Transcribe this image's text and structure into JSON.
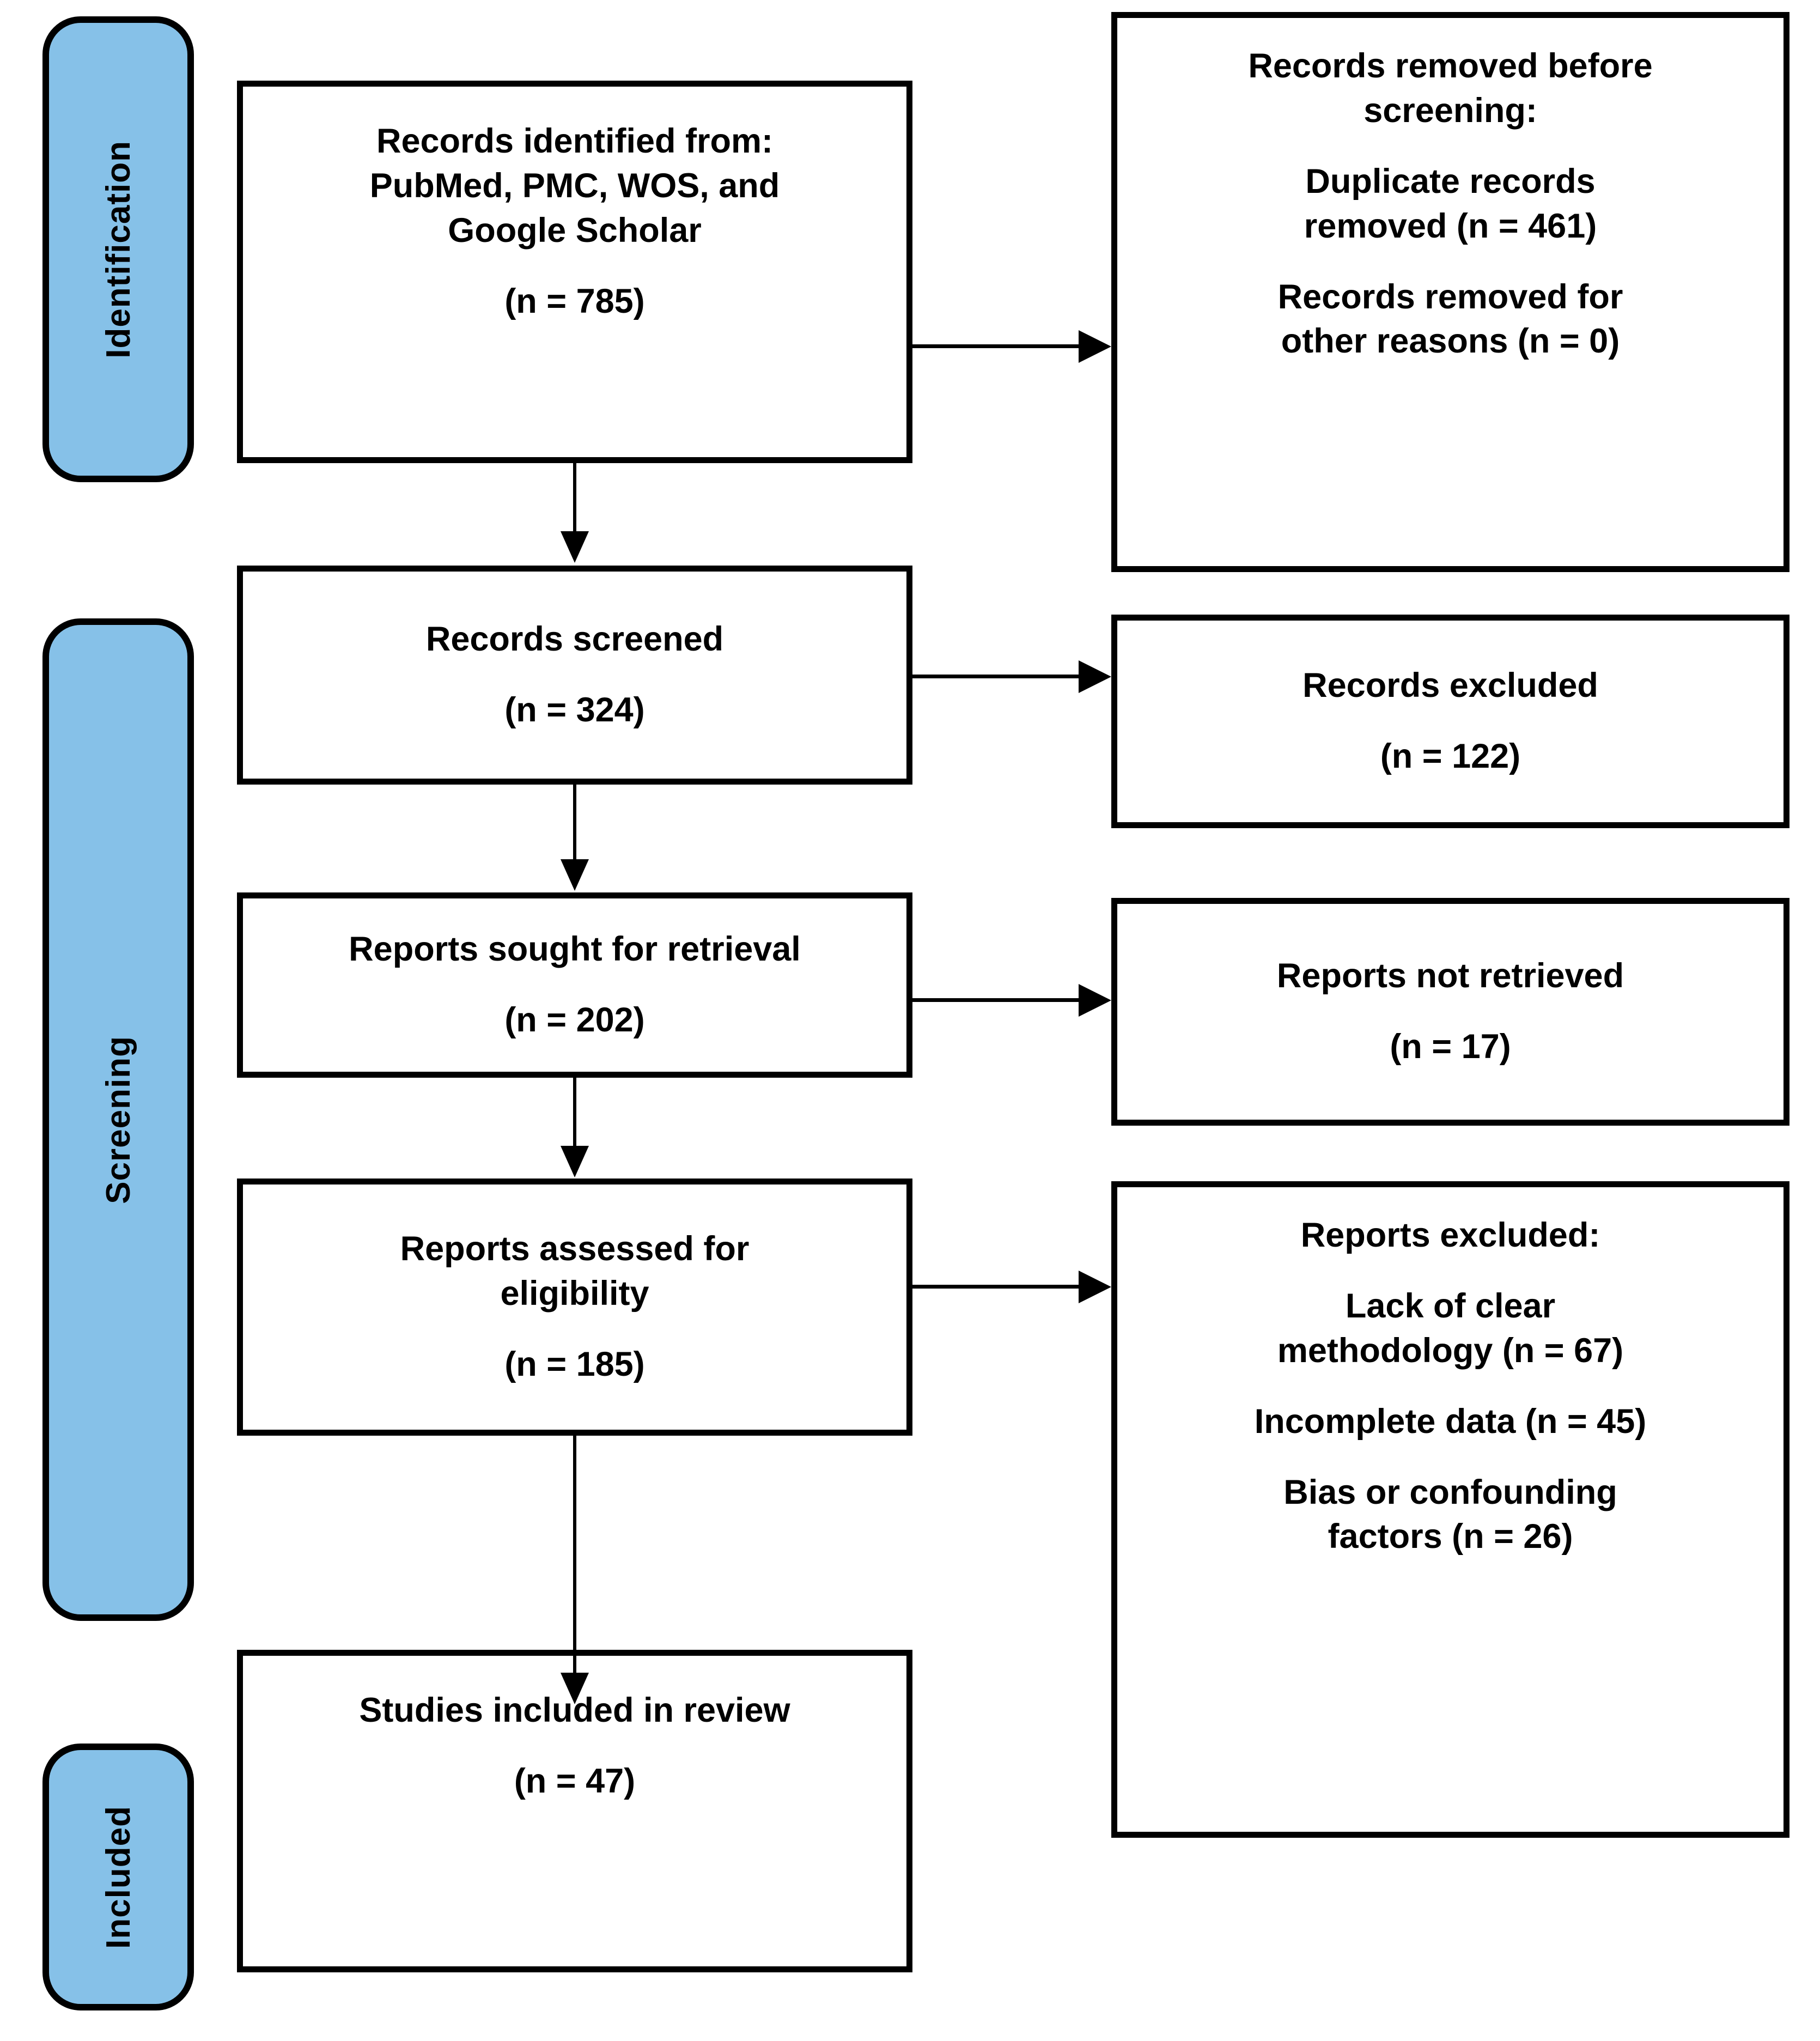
{
  "diagram": {
    "title": "PRISMA flow diagram",
    "accent_color": "#86c1e8",
    "border_color": "#000000",
    "background_color": "#ffffff"
  },
  "phases": [
    {
      "id": "identification",
      "label": "Identification"
    },
    {
      "id": "screening",
      "label": "Screening"
    },
    {
      "id": "included",
      "label": "Included"
    }
  ],
  "boxes": {
    "records_identified": {
      "l1": "Records identified from:",
      "l2": "PubMed, PMC, WOS, and",
      "l3": "Google Scholar",
      "count": "(n = 785)"
    },
    "records_removed_before_screening": {
      "l1": "Records removed ",
      "l1em": "before",
      "l2em": "screening",
      "l2tail": ":",
      "l3": "Duplicate records",
      "l4": "removed (n = 461)",
      "l5": "Records removed for",
      "l6": "other reasons (n = 0)"
    },
    "records_screened": {
      "l1": "Records screened",
      "count": "(n = 324)"
    },
    "records_excluded": {
      "l1": "Records excluded",
      "count": "(n = 122)"
    },
    "reports_sought": {
      "l1": "Reports sought for retrieval",
      "count": "(n = 202)"
    },
    "reports_not_retrieved": {
      "l1": "Reports not retrieved",
      "count": "(n = 17)"
    },
    "reports_assessed": {
      "l1": "Reports assessed for",
      "l2": "eligibility",
      "count": "(n = 185)"
    },
    "reports_excluded": {
      "l1": "Reports excluded:",
      "l2": "Lack of clear",
      "l3": "methodology (n = 67)",
      "l4": "Incomplete data (n = 45)",
      "l5": "Bias or confounding",
      "l6": "factors (n = 26)"
    },
    "studies_included": {
      "l1": "Studies included in review",
      "count": "(n = 47)"
    }
  },
  "chart_data": {
    "type": "diagram",
    "title": "PRISMA 2020 flow diagram",
    "nodes": [
      {
        "id": "records_identified",
        "phase": "Identification",
        "label": "Records identified from: PubMed, PMC, WOS, and Google Scholar",
        "n": 785
      },
      {
        "id": "records_removed_before_screening",
        "phase": "Identification",
        "label": "Records removed before screening",
        "items": [
          {
            "label": "Duplicate records removed",
            "n": 461
          },
          {
            "label": "Records removed for other reasons",
            "n": 0
          }
        ]
      },
      {
        "id": "records_screened",
        "phase": "Screening",
        "label": "Records screened",
        "n": 324
      },
      {
        "id": "records_excluded",
        "phase": "Screening",
        "label": "Records excluded",
        "n": 122
      },
      {
        "id": "reports_sought",
        "phase": "Screening",
        "label": "Reports sought for retrieval",
        "n": 202
      },
      {
        "id": "reports_not_retrieved",
        "phase": "Screening",
        "label": "Reports not retrieved",
        "n": 17
      },
      {
        "id": "reports_assessed",
        "phase": "Screening",
        "label": "Reports assessed for eligibility",
        "n": 185
      },
      {
        "id": "reports_excluded",
        "phase": "Screening",
        "label": "Reports excluded",
        "items": [
          {
            "label": "Lack of clear methodology",
            "n": 67
          },
          {
            "label": "Incomplete data",
            "n": 45
          },
          {
            "label": "Bias or confounding factors",
            "n": 26
          }
        ]
      },
      {
        "id": "studies_included",
        "phase": "Included",
        "label": "Studies included in review",
        "n": 47
      }
    ],
    "edges": [
      {
        "from": "records_identified",
        "to": "records_removed_before_screening",
        "dir": "right"
      },
      {
        "from": "records_identified",
        "to": "records_screened",
        "dir": "down"
      },
      {
        "from": "records_screened",
        "to": "records_excluded",
        "dir": "right"
      },
      {
        "from": "records_screened",
        "to": "reports_sought",
        "dir": "down"
      },
      {
        "from": "reports_sought",
        "to": "reports_not_retrieved",
        "dir": "right"
      },
      {
        "from": "reports_sought",
        "to": "reports_assessed",
        "dir": "down"
      },
      {
        "from": "reports_assessed",
        "to": "reports_excluded",
        "dir": "right"
      },
      {
        "from": "reports_assessed",
        "to": "studies_included",
        "dir": "down"
      }
    ]
  }
}
